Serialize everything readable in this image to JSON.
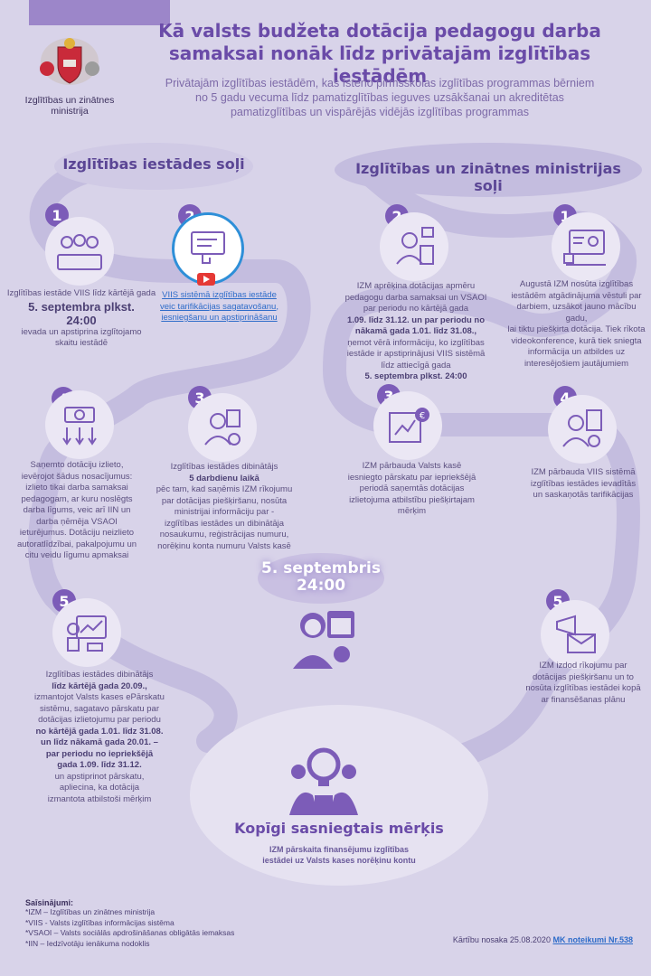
{
  "header": {
    "title_line1": "Kā valsts budžeta dotācija pedagogu darba",
    "title_line2": "samaksai nonāk līdz privātajām izglītības iestādēm",
    "subtitle_line1": "Privātajām izglītības iestādēm, kas īsteno pirmsskolas izglītības programmas bērniem",
    "subtitle_line2": "no 5 gadu vecuma līdz pamatizglītības ieguves uzsākšanai un akreditētas",
    "subtitle_line3": "pamatizglītības un vispārējās vidējās izglītības programmas"
  },
  "logo": {
    "line1": "Izglītības un zinātnes",
    "line2": "ministrija"
  },
  "left": {
    "title": "Izglītības iestādes soļi",
    "step1": {
      "num": "1",
      "pre": "Izglītības iestāde VIIS līdz kārtējā gada",
      "bold1": "5. septembra plkst.",
      "bold2": "24:00",
      "post1": "ievada un apstiprina izglītojamo",
      "post2": "skaitu iestādē"
    },
    "step2": {
      "num": "2",
      "link1": "VIIS sistēmā izglītības iestāde",
      "link2": "veic tarifikācijas sagatavošanu,",
      "link3": "iesniegšanu un apstiprināšanu"
    },
    "step3": {
      "num": "3",
      "l1": "Izglītības iestādes dibinātājs",
      "b1": "5 darbdienu laikā",
      "l2": "pēc tam, kad saņēmis IZM rīkojumu",
      "l3": "par dotācijas piešķiršanu, nosūta",
      "l4": "ministrijai informāciju par -",
      "l5": "izglītības iestādes un dibinātāja",
      "l6": "nosaukumu, reģistrācijas numuru,",
      "l7": "norēķinu konta numuru Valsts kasē"
    },
    "step4": {
      "num": "4",
      "l1": "Saņemto dotāciju izlieto,",
      "l2": "ievērojot šādus nosacījumus:",
      "l3": "izlieto tikai darba samaksai",
      "l4": "pedagogam, ar kuru noslēgts",
      "l5": "darba līgums, veic arī IIN un",
      "l6": "darba ņēmēja VSAOI",
      "l7": "ieturējumus. Dotāciju neizlieto",
      "l8": "autoratlīdzībai, pakalpojumu un",
      "l9": "citu veidu līgumu apmaksai"
    },
    "step5": {
      "num": "5",
      "l1": "Izglītības iestādes dibinātājs",
      "b1": "līdz kārtējā gada 20.09.,",
      "l2": "izmantojot Valsts kases ePārskatu",
      "l3": "sistēmu, sagatavo pārskatu par",
      "l4": "dotācijas izlietojumu par periodu",
      "b2": "no kārtējā gada 1.01. līdz 31.08.",
      "b3": "un līdz nākamā gada 20.01. –",
      "b4": "par periodu no iepriekšējā",
      "b5": "gada 1.09. līdz 31.12.",
      "l5": "un apstiprinot pārskatu,",
      "l6": "apliecina, ka dotācija",
      "l7": "izmantota atbilstoši mērķim"
    }
  },
  "right": {
    "title": "Izglītības un zinātnes ministrijas soļi",
    "step1": {
      "num": "1",
      "l1": "Augustā IZM nosūta izglītības",
      "l2": "iestādēm atgādinājuma vēstuli par",
      "l3": "darbiem, uzsākot jauno mācību gadu,",
      "l4": "lai tiktu piešķirta dotācija. Tiek rīkota",
      "l5": "videokonference, kurā tiek sniegta",
      "l6": "informācija un atbildes uz",
      "l7": "interesējošiem jautājumiem"
    },
    "step2": {
      "num": "2",
      "l1": "IZM aprēķina dotācijas apmēru",
      "l2": "pedagogu darba samaksai un VSAOI",
      "l3": "par periodu no kārtējā gada",
      "b1": "1.09. līdz 31.12. un par periodu no",
      "b2": "nākamā gada 1.01. līdz 31.08.,",
      "l4": "ņemot vērā informāciju, ko izglītības",
      "l5": "iestāde ir apstiprinājusi VIIS sistēmā",
      "l6": "līdz attiecīgā gada",
      "b3": "5. septembra plkst. 24:00"
    },
    "step3": {
      "num": "3",
      "l1": "IZM pārbauda Valsts kasē",
      "l2": "iesniegto pārskatu par iepriekšējā",
      "l3": "periodā saņemtās dotācijas",
      "l4": "izlietojuma atbilstību piešķirtajam",
      "l5": "mērķim"
    },
    "step4": {
      "num": "4",
      "l1": "IZM pārbauda VIIS sistēmā",
      "l2": "izglītības iestādes ievadītās",
      "l3": "un saskaņotās tarifikācijas"
    },
    "step5": {
      "num": "5",
      "l1": "IZM izdod rīkojumu par",
      "l2": "dotācijas piešķiršanu un to",
      "l3": "nosūta izglītības iestādei kopā",
      "l4": "ar finansēšanas plānu"
    }
  },
  "deadline": {
    "line1": "5. septembris",
    "line2": "24:00"
  },
  "goal": {
    "title": "Kopīgi sasniegtais mērķis",
    "l1": "IZM pārskaita finansējumu izglītības",
    "l2": "iestādei uz Valsts kases norēķinu kontu"
  },
  "footer": {
    "title": "Saīsinājumi:",
    "items": [
      "*IZM – Izglītības un zinātnes ministrija",
      "*VIIS - Valsts izglītības informācijas sistēma",
      "*VSAOI – Valsts sociālās apdrošināšanas obligātās iemaksas",
      "*IIN – Iedzīvotāju ienākuma nodoklis"
    ],
    "rule_text": "Kārtību nosaka 25.08.2020",
    "rule_link": "MK noteikumi Nr.538"
  },
  "colors": {
    "background": "#d8d3e9",
    "accent": "#7c5cb8",
    "path": "#c4bddf",
    "link": "#2e6cc9"
  }
}
